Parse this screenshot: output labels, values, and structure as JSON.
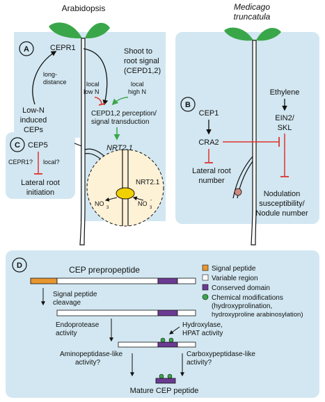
{
  "colors": {
    "panel": "#d2e7f1",
    "green": "#3aa64a",
    "red": "#e0322e",
    "orange": "#e8962f",
    "purple": "#6b3a93",
    "root_fill": "#fdf1d6",
    "nrt_yellow": "#f0d000",
    "nodule": "#d08a80"
  },
  "panelA": {
    "plant_title": "Arabidopsis",
    "letter": "A",
    "cepr1": "CEPR1",
    "long_distance": [
      "long-",
      "distance"
    ],
    "low_n_ceps": [
      "Low-N",
      "induced",
      "CEPs"
    ],
    "shoot_signal": [
      "Shoot to",
      "root signal",
      "(CEPD1,2)"
    ],
    "local_low_n": [
      "local",
      "low N"
    ],
    "local_high_n": [
      "local",
      "high N"
    ],
    "perception": [
      "CEPD1,2 perception/",
      "signal transduction"
    ],
    "nrt21_gene": "NRT2.1",
    "nrt21_protein": "NRT2.1",
    "no3": "NO",
    "no3_sub": "3",
    "no3_sup": "-"
  },
  "panelC": {
    "letter": "C",
    "cep5": "CEP5",
    "cepr1q": "CEPR1?",
    "localq": "local?",
    "lateral": [
      "Lateral root",
      "initiation"
    ]
  },
  "panelB": {
    "plant_title": [
      "Medicago",
      "truncatula"
    ],
    "letter": "B",
    "cep1": "CEP1",
    "cra2": "CRA2",
    "lateral": [
      "Lateral root",
      "number"
    ],
    "ethylene": "Ethylene",
    "ein2": [
      "EIN2/",
      "SKL"
    ],
    "nodulation": [
      "Nodulation",
      "susceptibility/",
      "Nodule number"
    ]
  },
  "panelD": {
    "letter": "D",
    "title": "CEP prepropeptide",
    "legend": [
      {
        "label": "Signal peptide",
        "color": "#e8962f",
        "shape": "square"
      },
      {
        "label": "Variable region",
        "color": "#ffffff",
        "shape": "square"
      },
      {
        "label": "Conserved domain",
        "color": "#6b3a93",
        "shape": "square"
      },
      {
        "label": "Chemical modifications",
        "color": "#3aa64a",
        "shape": "circle"
      }
    ],
    "legend_sub": [
      "(hydroxyprolination,",
      "hydroxyproline arabinosylation)"
    ],
    "step1": [
      "Signal peptide",
      "cleavage"
    ],
    "step2": [
      "Endoprotease",
      "activity"
    ],
    "step3": [
      "Hydroxylase,",
      "HPAT activity"
    ],
    "step4": [
      "Aminopeptidase-like",
      "activity?"
    ],
    "step5": [
      "Carboxypeptidase-like",
      "activity?"
    ],
    "mature": "Mature CEP peptide"
  }
}
